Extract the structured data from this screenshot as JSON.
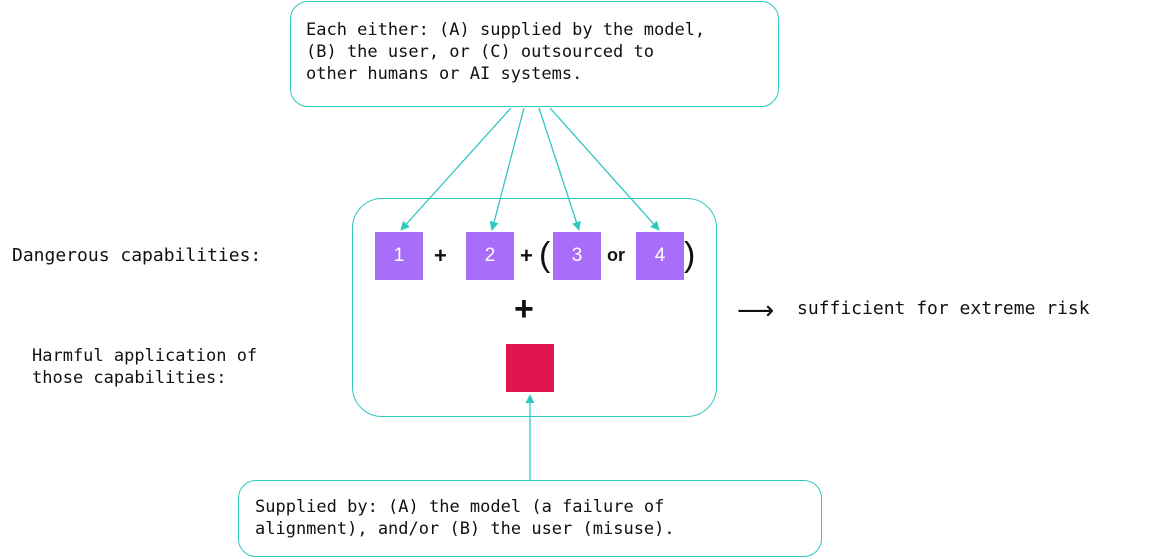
{
  "top_note": {
    "text": "Each either: (A) supplied by the model,\n(B) the user, or (C) outsourced to\nother humans or AI systems."
  },
  "labels": {
    "dangerous": "Dangerous capabilities:",
    "harmful": "Harmful application of\nthose capabilities:"
  },
  "capabilities": [
    "1",
    "2",
    "3",
    "4"
  ],
  "operators": {
    "plus": "+",
    "open_paren": "(",
    "or": "or",
    "close_paren": ")"
  },
  "result": {
    "arrow": "⟶",
    "text": "sufficient for extreme risk"
  },
  "bottom_note": {
    "text": "Supplied by: (A) the model (a failure of\nalignment), and/or (B) the user (misuse)."
  },
  "colors": {
    "capability_box": "#a86ef9",
    "harm_box": "#e0164f",
    "connector": "#2ec8c0"
  }
}
